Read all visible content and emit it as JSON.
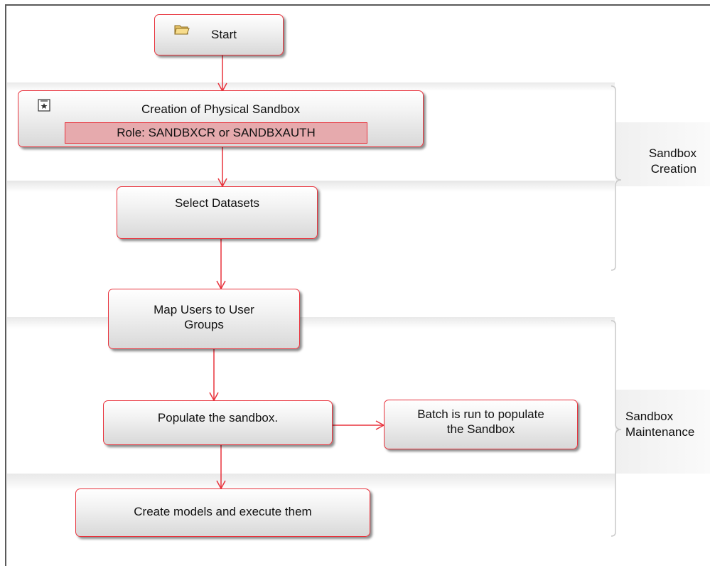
{
  "nodes": {
    "start": {
      "label": "Start",
      "icon": "folder-icon"
    },
    "creation": {
      "label": "Creation of Physical Sandbox",
      "role": "Role:  SANDBXCR or SANDBXAUTH",
      "icon": "new-item-icon"
    },
    "select_datasets": {
      "label": "Select Datasets"
    },
    "map_users": {
      "line1": "Map Users to User",
      "line2": "Groups"
    },
    "populate": {
      "label": "Populate the sandbox."
    },
    "batch": {
      "line1": "Batch is run to populate",
      "line2": "the Sandbox"
    },
    "create_models": {
      "label": "Create models and execute them"
    }
  },
  "groups": {
    "creation": {
      "line1": "Sandbox",
      "line2": "Creation"
    },
    "maintenance": {
      "line1": "Sandbox",
      "line2": "Maintenance"
    }
  },
  "colors": {
    "accent": "#e8323c",
    "role_fill": "#e6aaad",
    "frame": "#5a5a5a",
    "bracket": "#c8c8c8"
  }
}
